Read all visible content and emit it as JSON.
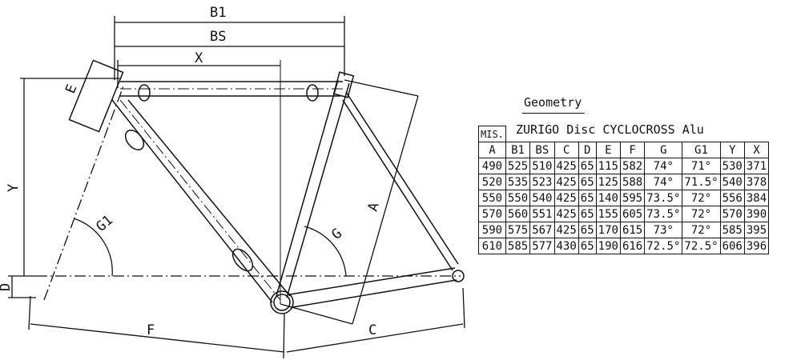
{
  "diagram": {
    "labels": {
      "B1": "B1",
      "BS": "BS",
      "X": "X",
      "Y": "Y",
      "E": "E",
      "D": "D",
      "G1": "G1",
      "G": "G",
      "A": "A",
      "F": "F",
      "C": "C"
    }
  },
  "geometry": {
    "title": "Geometry",
    "model": "ZURIGO Disc CYCLOCROSS Alu",
    "size_label": "MIS.",
    "columns": [
      "A",
      "B1",
      "BS",
      "C",
      "D",
      "E",
      "F",
      "G",
      "G1",
      "Y",
      "X"
    ],
    "rows": [
      [
        "490",
        "525",
        "510",
        "425",
        "65",
        "115",
        "582",
        "74°",
        "71°",
        "530",
        "371"
      ],
      [
        "520",
        "535",
        "523",
        "425",
        "65",
        "125",
        "588",
        "74°",
        "71.5°",
        "540",
        "378"
      ],
      [
        "550",
        "550",
        "540",
        "425",
        "65",
        "140",
        "595",
        "73.5°",
        "72°",
        "556",
        "384"
      ],
      [
        "570",
        "560",
        "551",
        "425",
        "65",
        "155",
        "605",
        "73.5°",
        "72°",
        "570",
        "390"
      ],
      [
        "590",
        "575",
        "567",
        "425",
        "65",
        "170",
        "615",
        "73°",
        "72°",
        "585",
        "395"
      ],
      [
        "610",
        "585",
        "577",
        "430",
        "65",
        "190",
        "616",
        "72.5°",
        "72.5°",
        "606",
        "396"
      ]
    ]
  }
}
